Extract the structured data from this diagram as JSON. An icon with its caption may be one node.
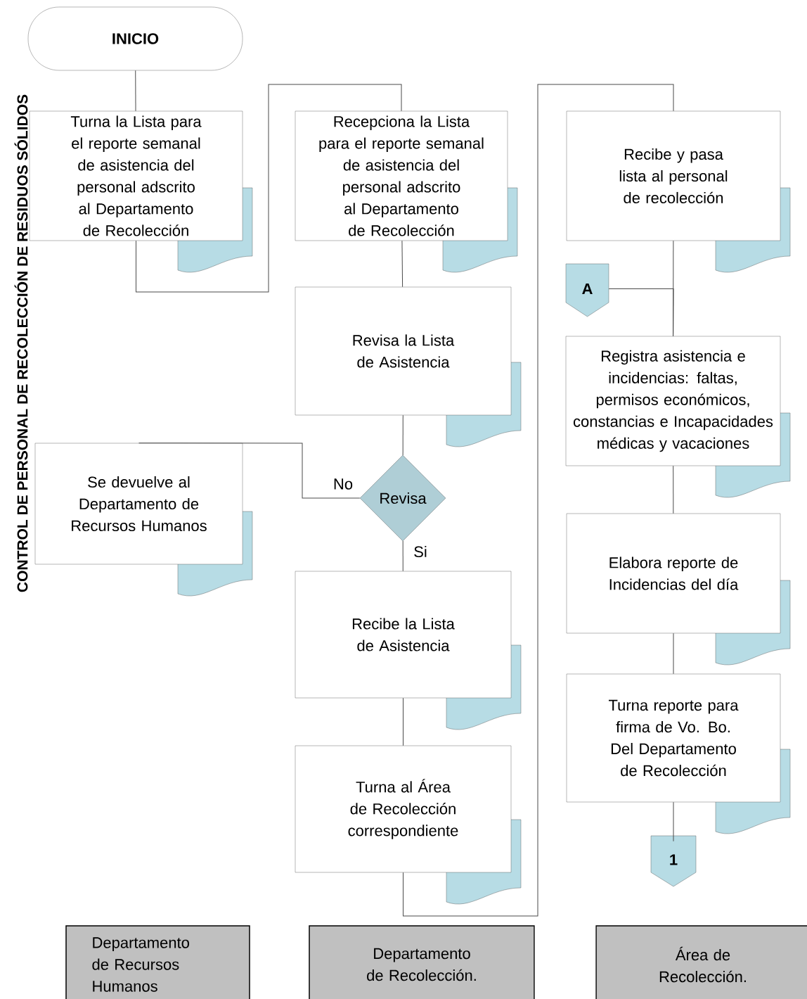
{
  "diagram": {
    "title": "CONTROL DE PERSONAL DE RECOLECCIÓN DE RESIDUOS SÓLIDOS",
    "nodes": [
      {
        "text": [
          "INICIO"
        ]
      },
      {
        "text": [
          "Turna la Lista para el reporte semanal de asistencia del personal adscrito al Departamento de Recolección"
        ]
      },
      {
        "text": [
          "Recepciona la Lista para el reporte semanal de asistencia del personal adscrito al Departamento de Recolección"
        ]
      },
      {
        "text": [
          "Revisa la Lista de Asistencia"
        ]
      },
      {
        "text": [
          "Revisa"
        ]
      },
      {
        "text": [
          "Se devuelve al Departamento de Recursos Humanos"
        ]
      },
      {
        "text": [
          "Recibe la Lista de Asistencia"
        ]
      },
      {
        "text": [
          "Turna al Área de Recolección correspondiente"
        ]
      },
      {
        "text": [
          "Recibe y pasa lista al personal de recolección"
        ]
      },
      {
        "text": [
          "A"
        ]
      },
      {
        "text": [
          "Registra asistencia e incidencias: faltas, permisos económicos, constancias e Incapacidades médicas y vacaciones"
        ]
      },
      {
        "text": [
          "Elabora reporte de Incidencias del día"
        ]
      },
      {
        "text": [
          "Turna reporte para firma de Vo. Bo. Del Departamento de Recolección"
        ]
      },
      {
        "text": [
          "1"
        ]
      },
      {
        "text": [
          "Departamento de Recursos Humanos"
        ]
      },
      {
        "text": [
          "Departamento de Recolección."
        ]
      },
      {
        "text": [
          "Área de Recolección."
        ]
      }
    ],
    "edges": [
      {
        "from": 0,
        "to": 1,
        "arrow": "none"
      },
      {
        "from": 1,
        "to": 2,
        "arrow": "none"
      },
      {
        "from": 2,
        "to": 3,
        "arrow": "none"
      },
      {
        "from": 3,
        "to": 4,
        "arrow": "none"
      },
      {
        "from": 4,
        "to": 5,
        "arrow": "none",
        "label": "No"
      },
      {
        "from": 4,
        "to": 6,
        "arrow": "none",
        "label": "Si"
      },
      {
        "from": 6,
        "to": 7,
        "arrow": "none"
      },
      {
        "from": 7,
        "to": 8,
        "arrow": "none"
      },
      {
        "from": 8,
        "to": 10,
        "arrow": "none"
      },
      {
        "from": 9,
        "to": 10,
        "arrow": "none"
      },
      {
        "from": 10,
        "to": 11,
        "arrow": "none"
      },
      {
        "from": 11,
        "to": 12,
        "arrow": "none"
      },
      {
        "from": 12,
        "to": 13,
        "arrow": "none"
      }
    ]
  }
}
